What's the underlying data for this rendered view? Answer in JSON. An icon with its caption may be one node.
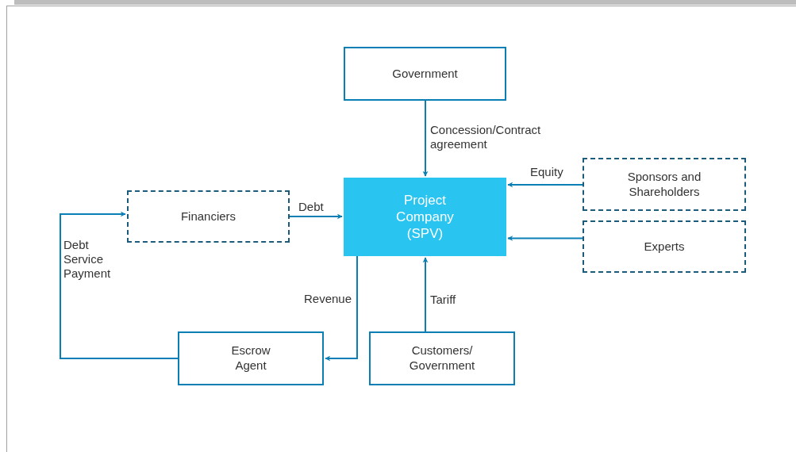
{
  "diagram": {
    "nodes": [
      {
        "text": [
          "Government"
        ]
      },
      {
        "text": [
          "Project Company (SPV)"
        ]
      },
      {
        "text": [
          "Financiers"
        ]
      },
      {
        "text": [
          "Sponsors and Shareholders"
        ]
      },
      {
        "text": [
          "Experts"
        ]
      },
      {
        "text": [
          "Escrow Agent"
        ]
      },
      {
        "text": [
          "Customers/ Government"
        ]
      }
    ],
    "edges": [
      {
        "from": 0,
        "to": 1,
        "arrow": "to",
        "label": "Concession/Contract agreement"
      },
      {
        "from": 2,
        "to": 1,
        "arrow": "to",
        "label": "Debt"
      },
      {
        "from": 3,
        "to": 1,
        "arrow": "to",
        "label": "Equity"
      },
      {
        "from": 4,
        "to": 1,
        "arrow": "to"
      },
      {
        "from": 6,
        "to": 1,
        "arrow": "to",
        "label": "Tariff"
      },
      {
        "from": 1,
        "to": 5,
        "arrow": "to",
        "label": "Revenue"
      },
      {
        "from": 5,
        "to": 2,
        "arrow": "to",
        "label": "Debt Service Payment"
      }
    ]
  }
}
